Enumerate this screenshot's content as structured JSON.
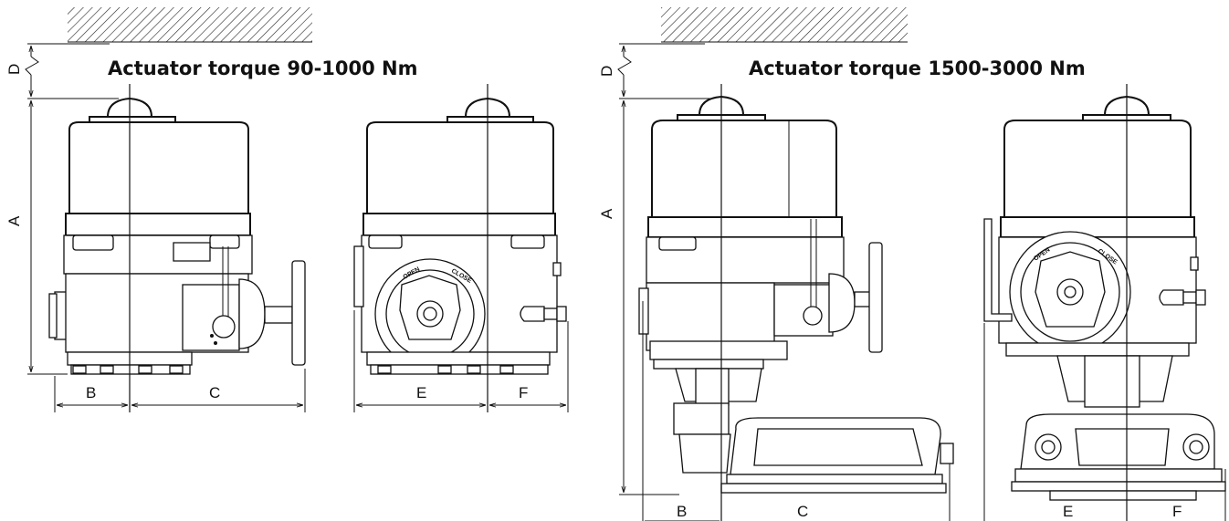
{
  "diagram": {
    "left_title": "Actuator torque 90-1000 Nm",
    "right_title": "Actuator torque 1500-3000 Nm",
    "labels": {
      "A": "A",
      "B": "B",
      "C": "C",
      "D": "D",
      "E": "E",
      "F": "F"
    },
    "handwheel_text_open": "OPEN",
    "handwheel_text_close": "CLOSE"
  }
}
